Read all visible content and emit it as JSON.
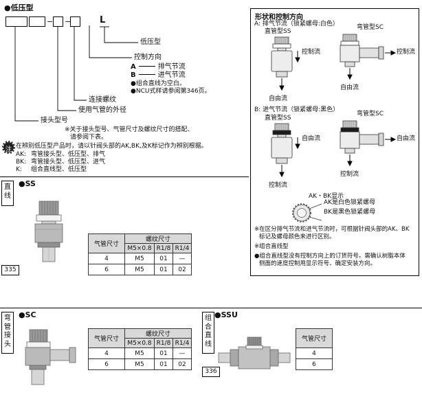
{
  "header": {
    "title": "●低压型"
  },
  "model_code": {
    "suffix": "L",
    "dash": "−",
    "labels": {
      "low_pressure": "低压型",
      "control_direction": "控制方向",
      "option_a_code": "A",
      "option_a_desc": "排气节流",
      "option_b_code": "B",
      "option_b_desc": "进气节流",
      "bullet1": "●组合直线为空白。",
      "bullet2": "●NCU式样请参阅第346页。",
      "thread": "连接螺纹",
      "tube_od": "使用气管的外径",
      "fitting_model": "接头型号",
      "note_line1": "※关于接头型号、气管尺寸及螺纹尺寸的搭配、",
      "note_line2": "请参阅下表。"
    }
  },
  "caution": {
    "stamp": "注",
    "intro": "在辨别低压型产品时，请以针阀头部的AK,BK,及K标记作为辨别根据。",
    "items": [
      {
        "code": "AK:",
        "desc": "弯管接头型、低压型、排气"
      },
      {
        "code": "BK:",
        "desc": "弯管接头型、低压型、进气"
      },
      {
        "code": "K:",
        "desc": "组合直线型、低压型"
      }
    ]
  },
  "panel": {
    "title": "形状和控制方向",
    "section_a": {
      "heading": "A: 排气节流（锁紧螺母:白色）",
      "nut_hex": "#ffffff",
      "ss_label": "直管型SS",
      "sc_label": "弯管型SC",
      "ss_side": "控制流",
      "ss_bottom": "自由流",
      "sc_side": "控制流",
      "sc_bottom": "自由流"
    },
    "section_b": {
      "heading": "B: 进气节流（锁紧螺母:黑色）",
      "nut_hex": "#1c1c1c",
      "ss_label": "直管型SS",
      "sc_label": "弯管型SC",
      "ss_side": "自由流",
      "ss_bottom": "控制流",
      "sc_side": "自由流",
      "sc_bottom": "控制流"
    },
    "akbk": {
      "title": "AK・BK显示",
      "white_label": "AK是白色锁紧螺母",
      "black_label": "BK是黑色锁紧螺母"
    },
    "notes": {
      "n1a": "※在区分排气节流和进气节流时，可根据针阀头部的AK、BK",
      "n1b": "标记及螺母颜色来进行区别。",
      "n2": "※组合直线型",
      "n3a": "●组合直线型没有控制方向上的订货符号。需确认树脂本体",
      "n3b": "侧面的速度控制用显示符号、确定安装方向。"
    }
  },
  "sections": {
    "ss": {
      "tab": "直线",
      "heading": "●SS",
      "page": "335",
      "table": {
        "col1": "气管尺寸",
        "group": "螺纹尺寸",
        "threads": [
          "M5×0.8",
          "R1/8",
          "R1/4"
        ],
        "rows": [
          [
            "4",
            "M5",
            "01",
            "—"
          ],
          [
            "6",
            "M5",
            "01",
            "02"
          ]
        ]
      }
    },
    "sc": {
      "tab": "弯管接头",
      "heading": "●SC",
      "table": {
        "col1": "气管尺寸",
        "group": "螺纹尺寸",
        "threads": [
          "M5×0.8",
          "R1/8",
          "R1/4"
        ],
        "rows": [
          [
            "4",
            "M5",
            "01",
            "—"
          ],
          [
            "6",
            "M5",
            "01",
            "02"
          ]
        ]
      }
    },
    "ssu": {
      "tab": "组合直线",
      "heading": "●SSU",
      "page": "336",
      "table": {
        "col1": "气管尺寸",
        "rows": [
          "4",
          "6"
        ]
      }
    }
  }
}
